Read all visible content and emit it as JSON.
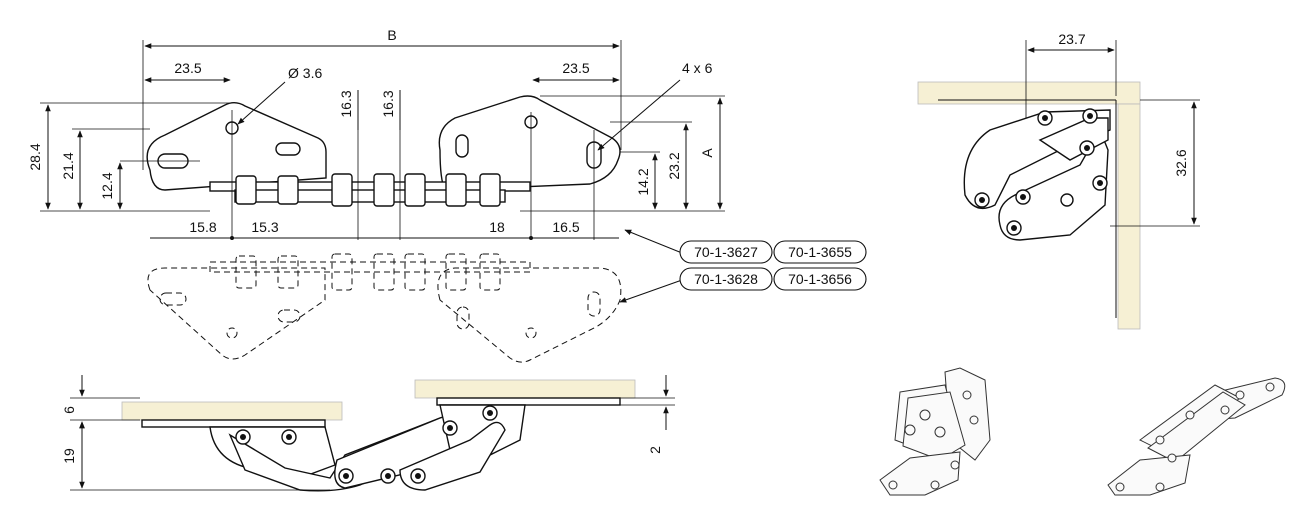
{
  "dimensions": {
    "overall_width": "B",
    "left_offset": "23.5",
    "right_offset": "23.5",
    "hole_diameter": "Ø 3.6",
    "slot_size": "4 x 6",
    "pitch_left": "16.3",
    "pitch_right": "16.3",
    "height_total": "28.4",
    "height_mid": "21.4",
    "height_low": "12.4",
    "right_h1": "14.2",
    "right_h2": "23.2",
    "right_A": "A",
    "bottom_left1": "15.8",
    "bottom_left2": "15.3",
    "bottom_right1": "18",
    "bottom_right2": "16.5",
    "side_thickness": "6",
    "side_height": "19",
    "side_gap": "2",
    "top_right_width": "23.7",
    "top_right_height": "32.6"
  },
  "part_numbers": {
    "upper": [
      "70-1-3627",
      "70-1-3655"
    ],
    "lower": [
      "70-1-3628",
      "70-1-3656"
    ]
  }
}
